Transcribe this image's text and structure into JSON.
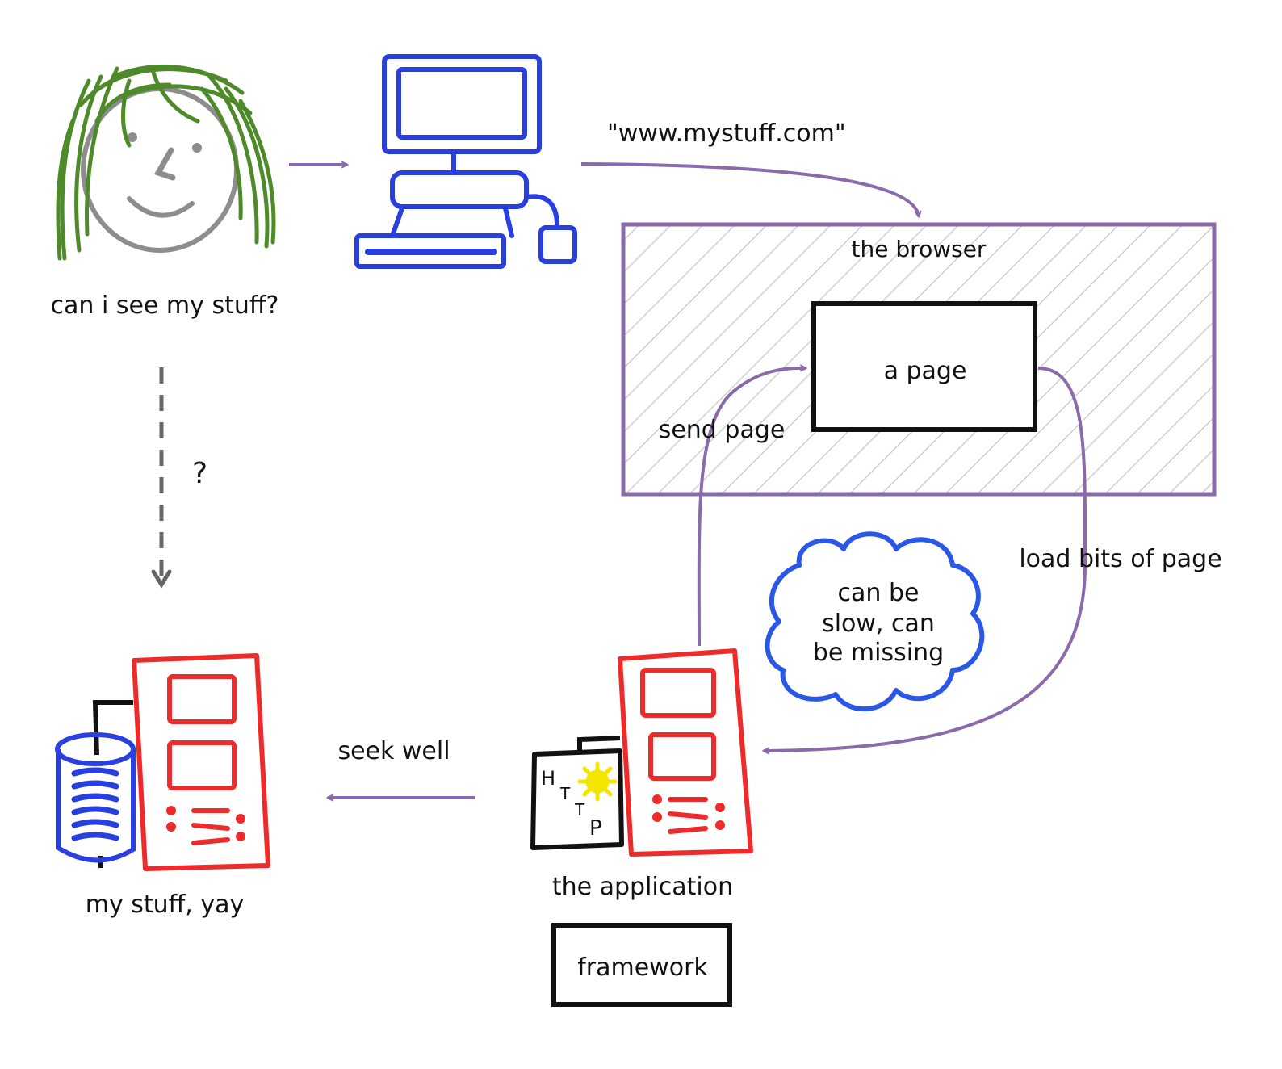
{
  "colors": {
    "flow": "#8a6aa8",
    "computer": "#2a3fe0",
    "server": "#ee2b2b",
    "database": "#2a3fe0",
    "hair": "#4f8a2a",
    "face": "#8d8d8d",
    "cloud": "#2b57e6",
    "dashed": "#666666",
    "ink": "#111111",
    "hatch": "#cfcfcf",
    "sun": "#f2e600"
  },
  "labels": {
    "user_question": "can i see my stuff?",
    "url": "\"www.mystuff.com\"",
    "browser": "the browser",
    "page": "a page",
    "send_page": "send page",
    "load_bits": "load bits of page",
    "cloud_line1": "can be",
    "cloud_line2": "slow, can",
    "cloud_line3": "be missing",
    "question_mark": "?",
    "seek_well": "seek well",
    "my_stuff": "my stuff, yay",
    "application": "the application",
    "framework": "framework",
    "http_letters": [
      "H",
      "T",
      "T",
      "P"
    ]
  },
  "icons": {
    "user": "user-face-icon",
    "computer": "desktop-computer-icon",
    "app_server": "server-tower-icon",
    "http_doc": "http-document-icon",
    "data_server": "server-tower-icon",
    "database": "database-cylinder-icon",
    "cloud": "cloud-icon"
  }
}
